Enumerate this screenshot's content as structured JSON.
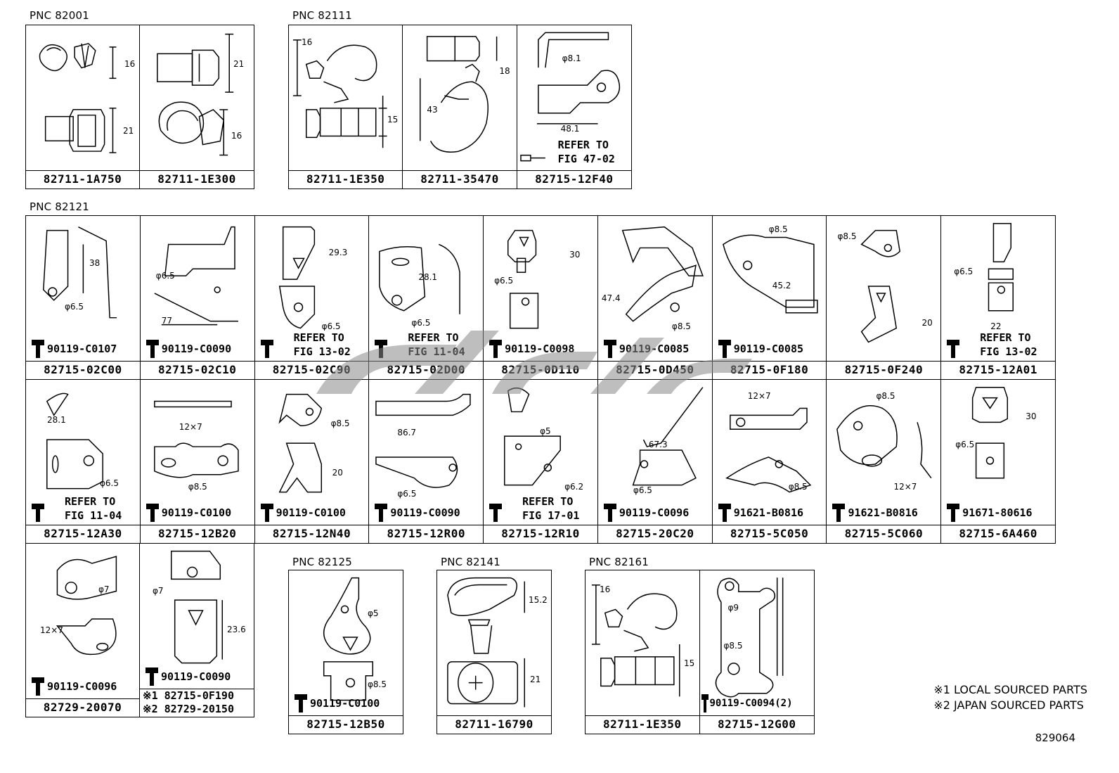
{
  "groups": [
    {
      "pnc": "PNC 82001",
      "cells": [
        {
          "pn": "82711-1A750",
          "dims": [
            "16",
            "21"
          ]
        },
        {
          "pn": "82711-1E300",
          "dims": [
            "21",
            "16"
          ]
        }
      ]
    },
    {
      "pnc": "PNC 82111",
      "cells": [
        {
          "pn": "82711-1E350",
          "dims": [
            "16",
            "15"
          ]
        },
        {
          "pn": "82711-35470",
          "dims": [
            "18",
            "43"
          ]
        },
        {
          "pn": "82715-12F40",
          "dims": [
            "φ8.1",
            "48.1"
          ],
          "refer": "REFER TO\nFIG 47-02"
        }
      ]
    },
    {
      "pnc": "PNC 82121",
      "row1": [
        {
          "pn": "82715-02C00",
          "dims": [
            "38",
            "φ6.5"
          ],
          "bolt": "90119-C0107"
        },
        {
          "pn": "82715-02C10",
          "dims": [
            "φ6.5",
            "77"
          ],
          "bolt": "90119-C0090"
        },
        {
          "pn": "82715-02C90",
          "dims": [
            "29.3",
            "φ6.5"
          ],
          "refer": "REFER TO\nFIG 13-02"
        },
        {
          "pn": "82715-02D00",
          "dims": [
            "28.1",
            "φ6.5"
          ],
          "refer": "REFER TO\nFIG 11-04"
        },
        {
          "pn": "82715-0D110",
          "dims": [
            "30",
            "φ6.5"
          ],
          "bolt": "90119-C0098"
        },
        {
          "pn": "82715-0D450",
          "dims": [
            "47.4",
            "φ8.5"
          ],
          "bolt": "90119-C0085"
        },
        {
          "pn": "82715-0F180",
          "dims": [
            "φ8.5",
            "45.2"
          ],
          "bolt": "90119-C0085"
        },
        {
          "pn": "82715-0F240",
          "dims": [
            "φ8.5",
            "20"
          ]
        },
        {
          "pn": "82715-12A01",
          "dims": [
            "φ6.5",
            "22"
          ],
          "refer": "REFER TO\nFIG 13-02"
        }
      ],
      "row2": [
        {
          "pn": "82715-12A30",
          "dims": [
            "28.1",
            "φ6.5"
          ],
          "refer": "REFER TO\nFIG 11-04"
        },
        {
          "pn": "82715-12B20",
          "dims": [
            "12×7",
            "φ8.5"
          ],
          "bolt": "90119-C0100"
        },
        {
          "pn": "82715-12N40",
          "dims": [
            "φ8.5",
            "20"
          ],
          "bolt": "90119-C0100"
        },
        {
          "pn": "82715-12R00",
          "dims": [
            "86.7",
            "φ6.5"
          ],
          "bolt": "90119-C0090"
        },
        {
          "pn": "82715-12R10",
          "dims": [
            "φ5",
            "φ6.2"
          ],
          "refer": "REFER TO\nFIG 17-01"
        },
        {
          "pn": "82715-20C20",
          "dims": [
            "67.3",
            "φ6.5"
          ],
          "bolt": "90119-C0096"
        },
        {
          "pn": "82715-5C050",
          "dims": [
            "12×7",
            "φ8.5"
          ],
          "bolt": "91621-B0816"
        },
        {
          "pn": "82715-5C060",
          "dims": [
            "φ8.5",
            "12×7"
          ],
          "bolt": "91621-B0816"
        },
        {
          "pn": "82715-6A460",
          "dims": [
            "30",
            "φ6.5"
          ],
          "bolt": "91671-80616"
        }
      ],
      "row3": [
        {
          "pn": "82729-20070",
          "dims": [
            "φ7",
            "12×7"
          ],
          "bolt": "90119-C0096"
        },
        {
          "pn1": "※1 82715-0F190",
          "pn2": "※2 82729-20150",
          "dims": [
            "φ7",
            "23.6"
          ],
          "bolt": "90119-C0090"
        }
      ]
    },
    {
      "pnc": "PNC 82125",
      "cells": [
        {
          "pn": "82715-12B50",
          "dims": [
            "φ5",
            "φ8.5"
          ],
          "bolt": "90119-C0100"
        }
      ]
    },
    {
      "pnc": "PNC 82141",
      "cells": [
        {
          "pn": "82711-16790",
          "dims": [
            "15.2",
            "21"
          ]
        }
      ]
    },
    {
      "pnc": "PNC 82161",
      "cells": [
        {
          "pn": "82711-1E350",
          "dims": [
            "16",
            "15"
          ]
        },
        {
          "pn": "82715-12G00",
          "dims": [
            "φ9",
            "φ8.5"
          ],
          "bolt": "90119-C0094(2)"
        }
      ]
    }
  ],
  "notes": [
    "※1 LOCAL SOURCED PARTS",
    "※2 JAPAN SOURCED PARTS"
  ],
  "figure_number": "829064"
}
